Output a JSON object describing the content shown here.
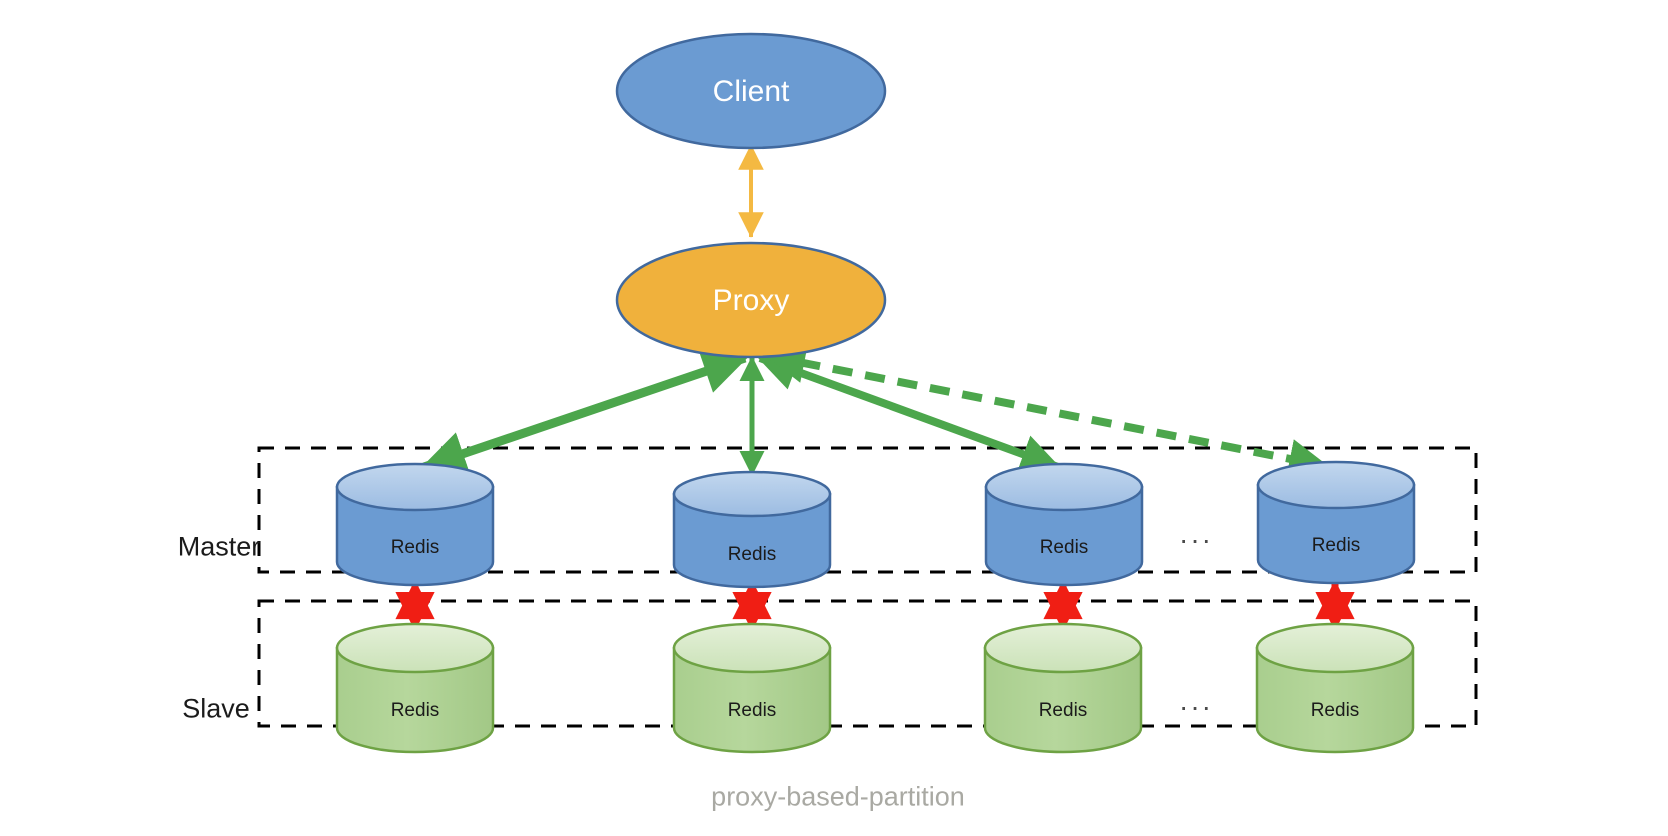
{
  "diagram": {
    "caption": "proxy-based-partition",
    "colors": {
      "client_fill": "#6B9BD2",
      "client_stroke": "#41699E",
      "proxy_fill": "#F0B13C",
      "proxy_stroke": "#41699E",
      "master_fill": "#6B9BD2",
      "master_top": "#A8C4E4",
      "master_stroke": "#41699E",
      "slave_fill": "#A9CE8E",
      "slave_top": "#D6E8C6",
      "slave_stroke": "#6EA244",
      "client_proxy_arrow": "#F4B942",
      "proxy_master_arrow": "#4CA64C",
      "master_slave_arrow": "#F01E14",
      "group_border": "#000000",
      "caption_text": "#A9A9A3"
    },
    "nodes": {
      "client": {
        "label": "Client"
      },
      "proxy": {
        "label": "Proxy"
      }
    },
    "groups": [
      {
        "name": "master",
        "label": "Master"
      },
      {
        "name": "slave",
        "label": "Slave"
      }
    ],
    "master_nodes": [
      {
        "label": "Redis"
      },
      {
        "label": "Redis"
      },
      {
        "label": "Redis"
      },
      {
        "label": "Redis"
      }
    ],
    "slave_nodes": [
      {
        "label": "Redis"
      },
      {
        "label": "Redis"
      },
      {
        "label": "Redis"
      },
      {
        "label": "Redis"
      }
    ],
    "ellipsis": {
      "master": "···",
      "slave": "···"
    },
    "edges": {
      "client_proxy": {
        "style": "solid",
        "heads": "both"
      },
      "proxy_master_1": {
        "style": "solid",
        "heads": "both"
      },
      "proxy_master_2": {
        "style": "solid",
        "heads": "both"
      },
      "proxy_master_3": {
        "style": "solid",
        "heads": "both"
      },
      "proxy_master_4": {
        "style": "dashed",
        "heads": "both"
      },
      "master_slave_1": {
        "style": "solid",
        "heads": "both"
      },
      "master_slave_2": {
        "style": "solid",
        "heads": "both"
      },
      "master_slave_3": {
        "style": "solid",
        "heads": "both"
      },
      "master_slave_4": {
        "style": "solid",
        "heads": "both"
      }
    }
  }
}
